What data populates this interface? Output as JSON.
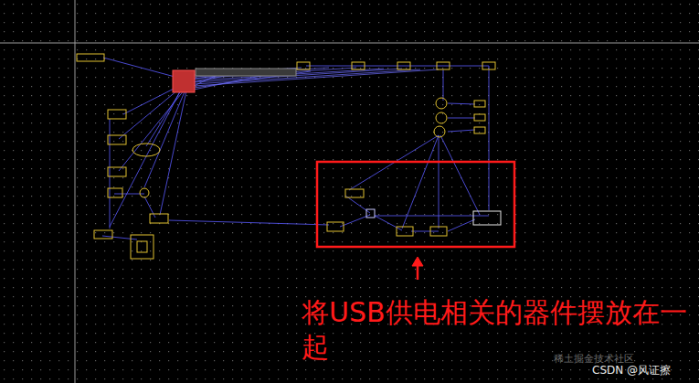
{
  "diagram": {
    "labels": [
      "将USB供电相关的器件摆放在一起",
      "稀土掘金技术社区",
      "CSDN @风证擦"
    ]
  }
}
